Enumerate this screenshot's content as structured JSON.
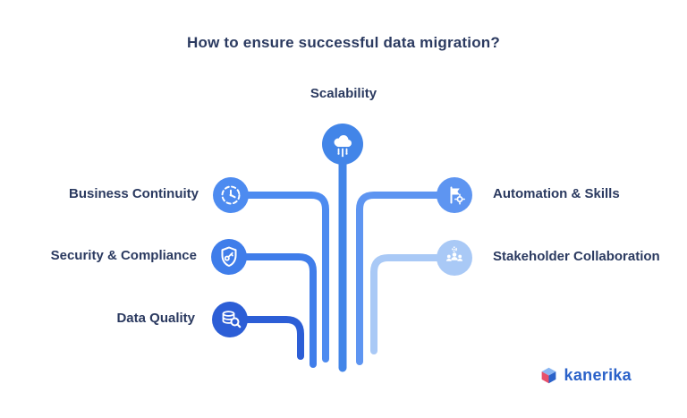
{
  "title": "How to ensure successful data migration?",
  "nodes": {
    "scalability": {
      "label": "Scalability",
      "icon": "cloud-network-icon",
      "color": "#4285e8"
    },
    "business_continuity": {
      "label": "Business Continuity",
      "icon": "continuity-cycle-icon",
      "color": "#4d8bf0"
    },
    "security_compliance": {
      "label": "Security & Compliance",
      "icon": "shield-key-icon",
      "color": "#3f7dea"
    },
    "data_quality": {
      "label": "Data Quality",
      "icon": "database-search-icon",
      "color": "#2c5ed6"
    },
    "automation_skills": {
      "label": "Automation & Skills",
      "icon": "automation-flag-gear-icon",
      "color": "#5e95f1"
    },
    "stakeholder_collaboration": {
      "label": "Stakeholder Collaboration",
      "icon": "collaboration-people-gear-icon",
      "color": "#a9c9f6"
    }
  },
  "colors": {
    "title_text": "#2b3a60",
    "label_text": "#2b3a60",
    "background": "#ffffff"
  },
  "logo": {
    "text": "kanerika",
    "colors": {
      "blue": "#2b62c9",
      "red": "#e8506a",
      "light_blue": "#8ab6f2"
    }
  }
}
